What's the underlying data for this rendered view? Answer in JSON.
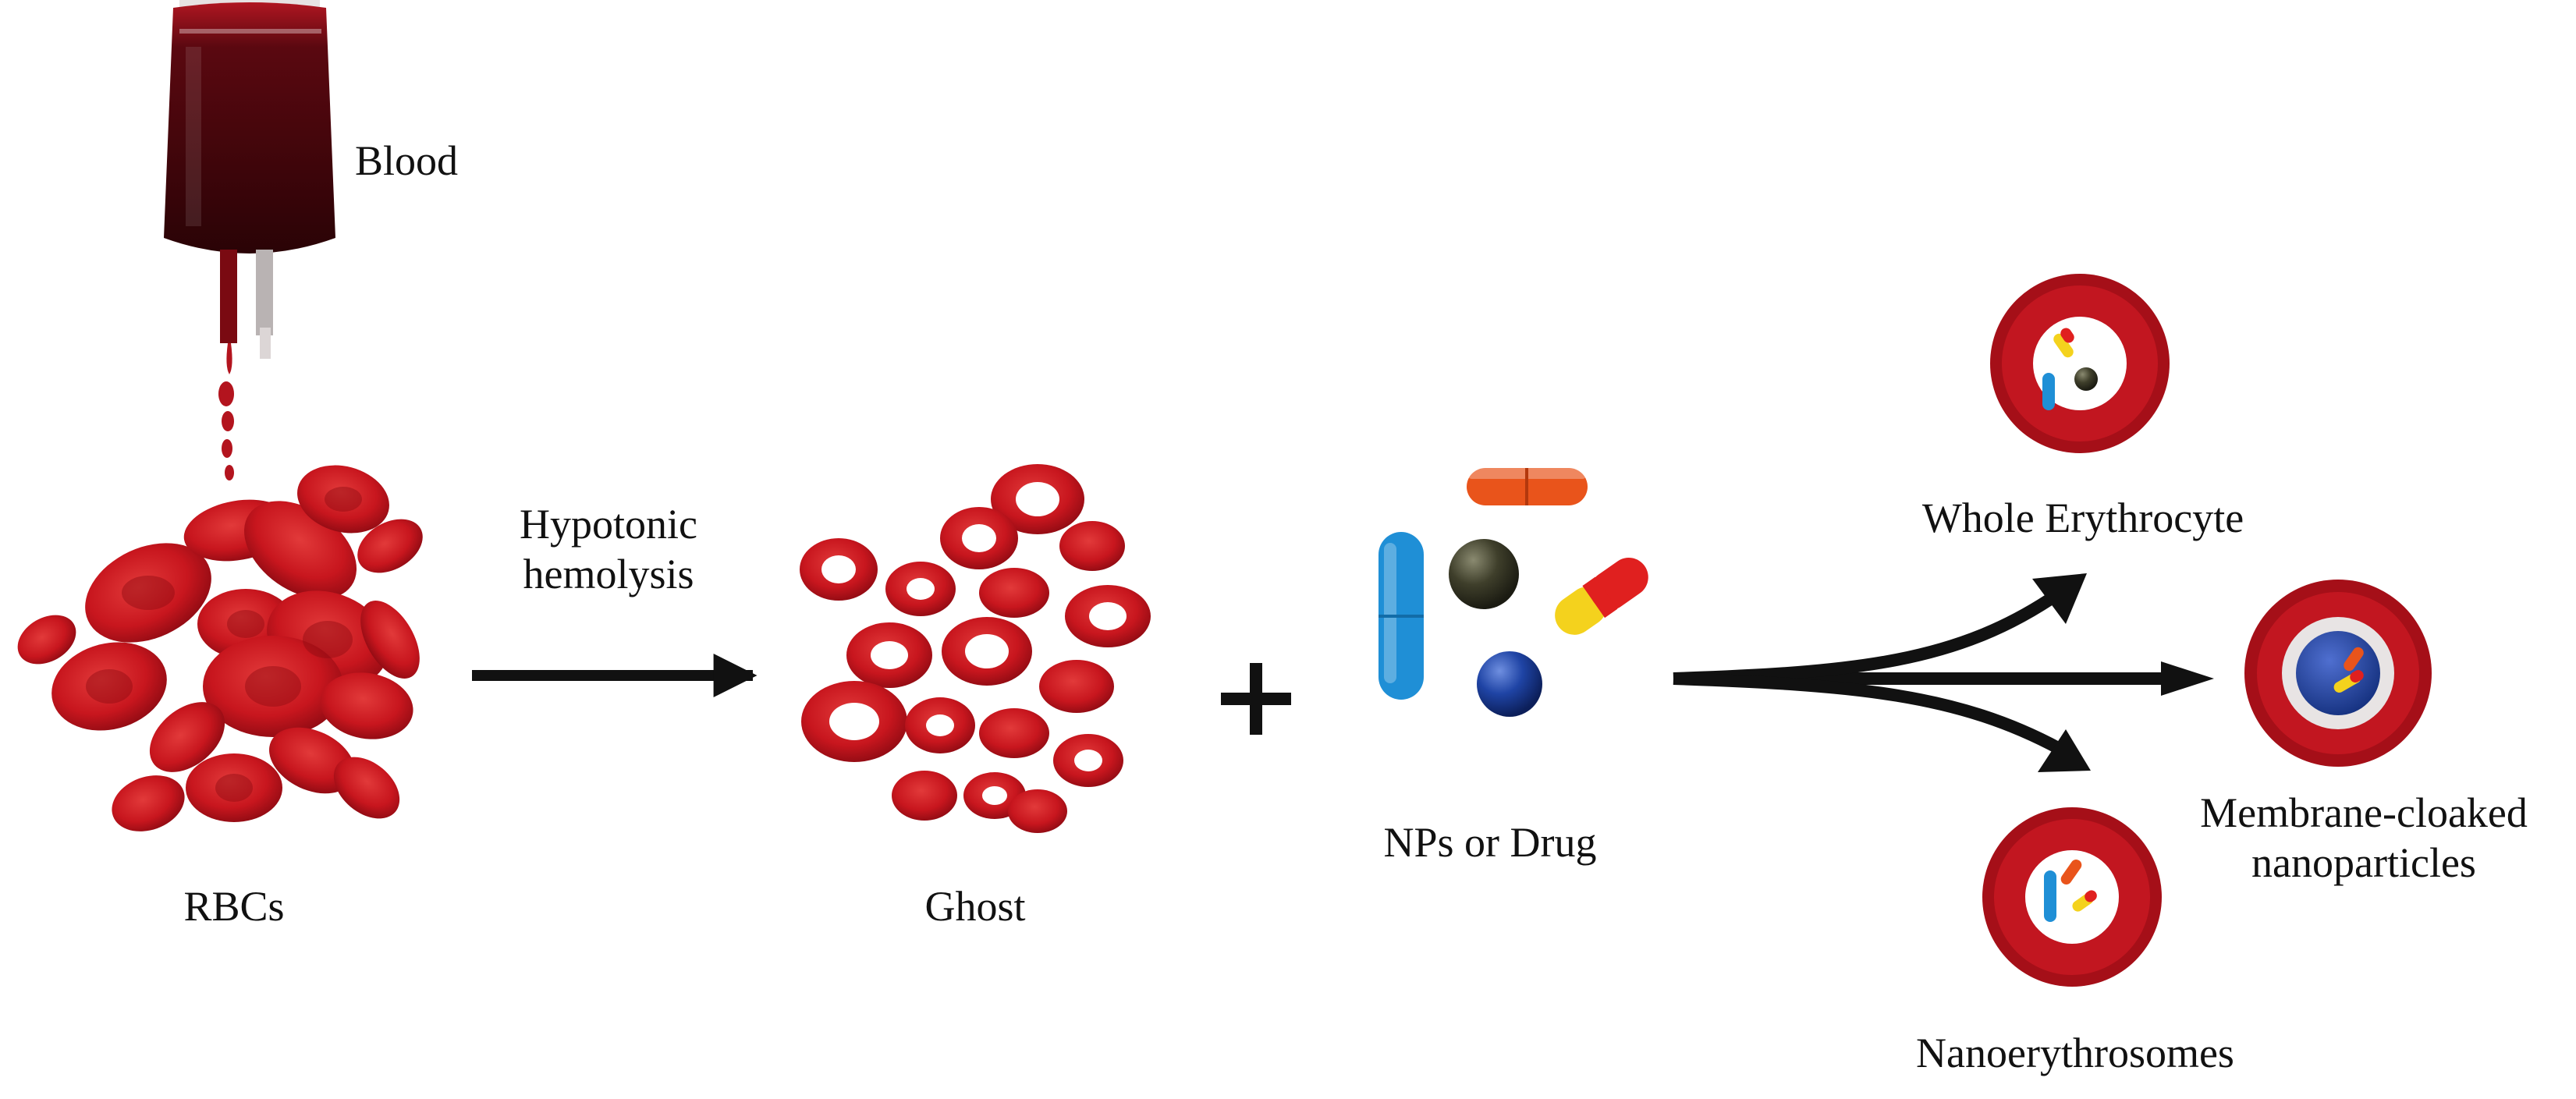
{
  "labels": {
    "blood": "Blood",
    "hypotonic_line1": "Hypotonic",
    "hypotonic_line2": "hemolysis",
    "rbcs": "RBCs",
    "ghost": "Ghost",
    "plus": "+",
    "nps_or_drug": "NPs or Drug",
    "whole_erythrocyte": "Whole Erythrocyte",
    "membrane_line1": "Membrane-cloaked",
    "membrane_line2": "nanoparticles",
    "nanoerythrosomes": "Nanoerythrosomes"
  },
  "colors": {
    "blood_dark": "#3a0509",
    "blood_red": "#a3121c",
    "rbc_red": "#c8161e",
    "rbc_dark": "#8e0a12",
    "arrow": "#111111",
    "capsule_orange": "#e9541b",
    "capsule_blue": "#1f8fd6",
    "capsule_red": "#e0201f",
    "capsule_yellow": "#f4d21d",
    "sphere_olive": "#3a3a26",
    "sphere_blue": "#1c3f9a"
  }
}
